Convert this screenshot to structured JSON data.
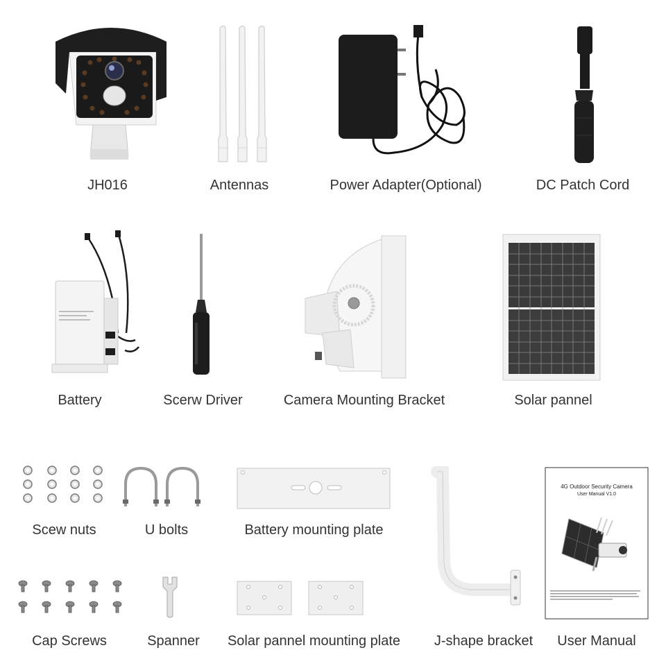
{
  "items": [
    {
      "label": "JH016",
      "icon": "bullet-camera-icon"
    },
    {
      "label": "Antennas",
      "icon": "antenna-icon"
    },
    {
      "label": "Power Adapter(Optional)",
      "icon": "power-adapter-icon"
    },
    {
      "label": "DC Patch Cord",
      "icon": "dc-cord-icon"
    },
    {
      "label": "Battery",
      "icon": "battery-box-icon"
    },
    {
      "label": "Scerw Driver",
      "icon": "screwdriver-icon"
    },
    {
      "label": "Camera Mounting Bracket",
      "icon": "camera-bracket-icon"
    },
    {
      "label": "Solar pannel",
      "icon": "solar-panel-icon"
    },
    {
      "label": "Scew nuts",
      "icon": "nuts-icon"
    },
    {
      "label": "U bolts",
      "icon": "u-bolt-icon"
    },
    {
      "label": "Battery mounting plate",
      "icon": "battery-plate-icon"
    },
    {
      "label": "Cap Screws",
      "icon": "cap-screws-icon"
    },
    {
      "label": "Spanner",
      "icon": "spanner-icon"
    },
    {
      "label": "Solar pannel mounting plate",
      "icon": "solar-plate-icon"
    },
    {
      "label": "J-shape bracket",
      "icon": "j-bracket-icon"
    },
    {
      "label": "User Manual",
      "icon": "user-manual-icon"
    }
  ],
  "manual": {
    "title": "4G Outdoor Security Camera",
    "subtitle": "User Manual V1.0"
  }
}
